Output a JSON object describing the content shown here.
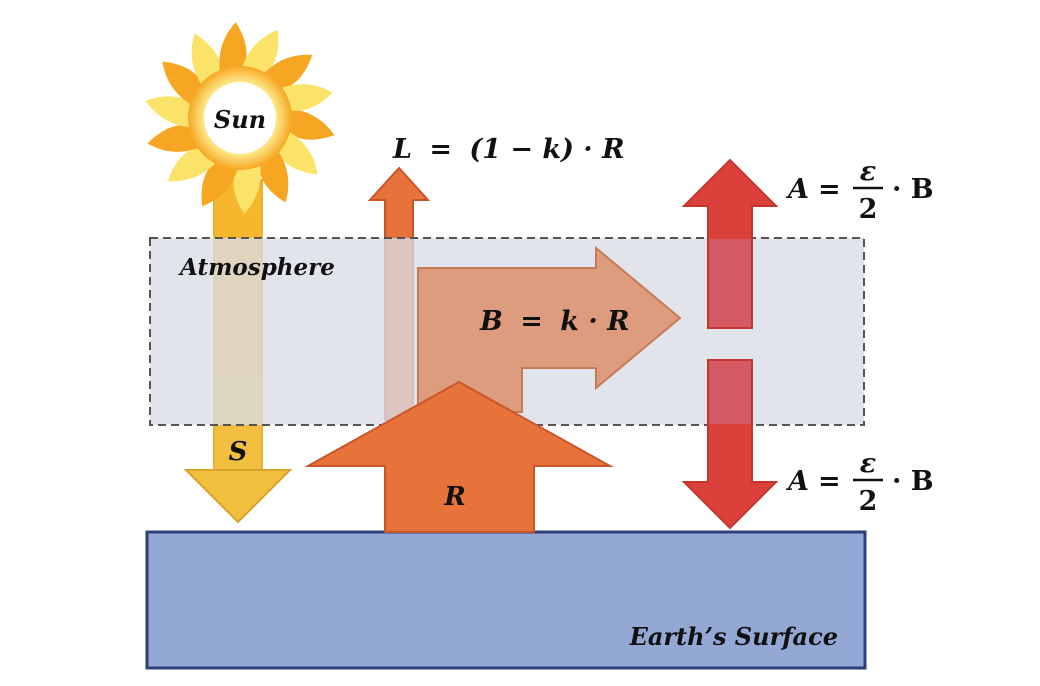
{
  "labels": {
    "sun": "Sun",
    "atmosphere": "Atmosphere",
    "surface": "Earth’s Surface",
    "s": "S",
    "r": "R"
  },
  "equations": {
    "l": {
      "lhs": "L",
      "op": "=",
      "rhs": "(1  − k) · R"
    },
    "b": {
      "lhs": "B",
      "op": "=",
      "rhs": "k · R"
    },
    "a_top": {
      "lhs": "A",
      "op": "=",
      "num": "ε",
      "den": "2",
      "tail": "· B"
    },
    "a_bottom": {
      "lhs": "A",
      "op": "=",
      "num": "ε",
      "den": "2",
      "tail": "· B"
    }
  },
  "colors": {
    "atmosphere_fill": "#d8dce6",
    "atmosphere_border": "#555555",
    "surface_fill": "#94a8d6",
    "surface_border": "#2e3f7a",
    "s_arrow": "#f2c040",
    "r_arrow": "#e8733a",
    "b_arrow": "#dc9673",
    "a_arrow": "#d9413a",
    "a_arrow_in_atmosphere": "#d45a66",
    "sun_outer": "#f6a623",
    "sun_inner": "#fbe36a"
  }
}
